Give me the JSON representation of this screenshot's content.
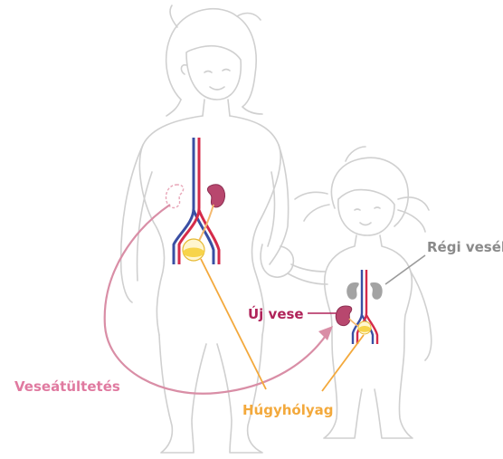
{
  "labels": {
    "regi_vesek": "Régi vesék",
    "uj_vese": "Új vese",
    "veseatultetes": "Veseátültetés",
    "hugyholyag": "Húgyhólyag"
  },
  "colors": {
    "outline": "#d0d0d0",
    "artery": "#d52b4a",
    "vein": "#3a4fa3",
    "kidney": "#b8476e",
    "old_kidney": "#a3a3a3",
    "bladder": "#f7d44a",
    "urine_line": "#f4b96e",
    "transplant_arrow": "#d98ea6",
    "label_regi": "#8a8a8a",
    "label_uj": "#b0245a",
    "label_transplant": "#e07aa0",
    "label_bladder": "#f3a93c"
  }
}
